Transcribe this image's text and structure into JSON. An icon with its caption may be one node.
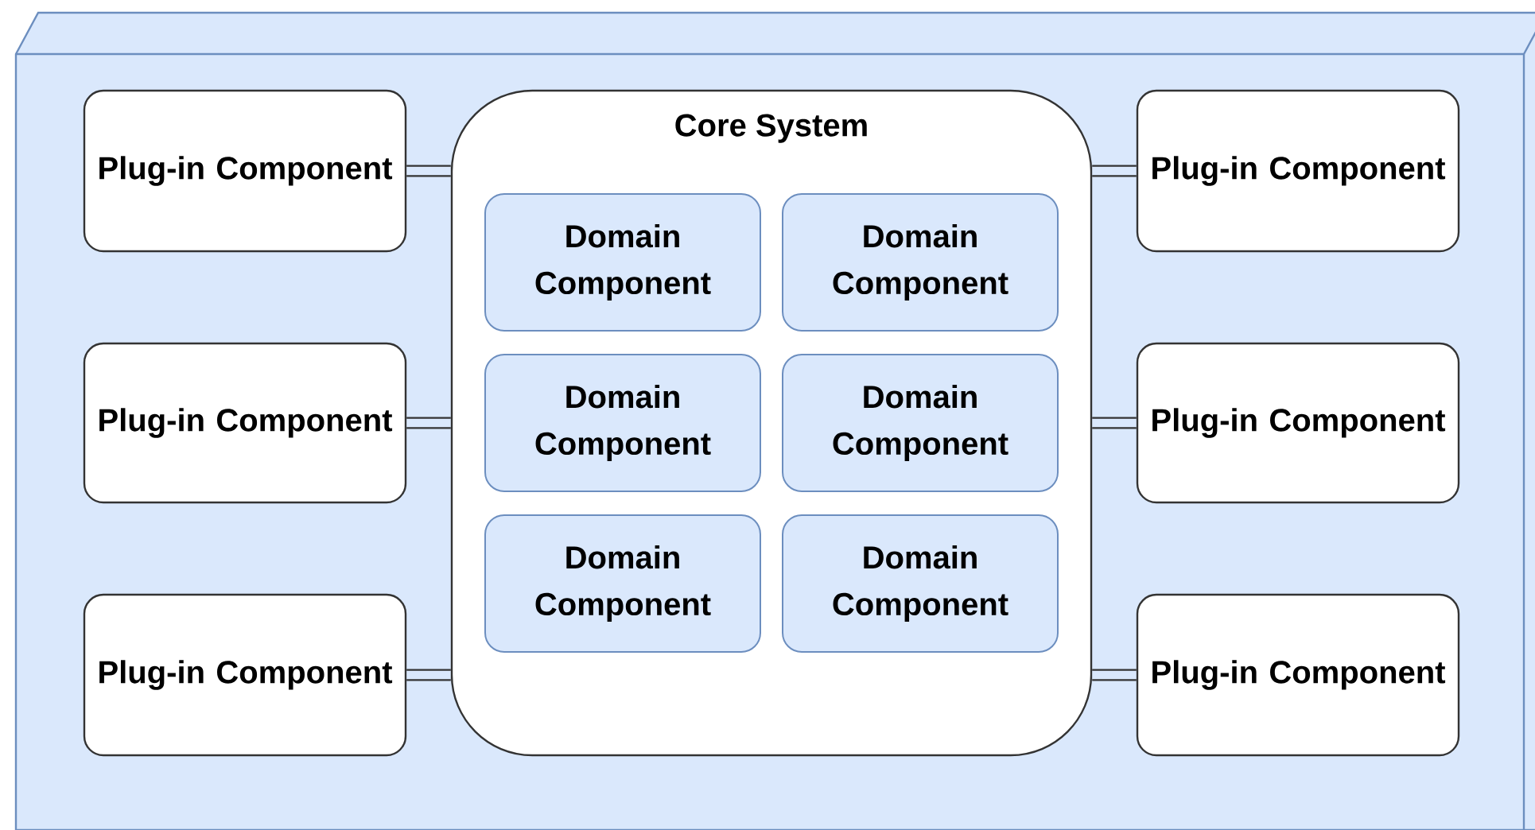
{
  "diagram": {
    "nodes": [
      {
        "text": [
          "Core System"
        ]
      },
      {
        "text": [
          "Domain Component"
        ],
        "in": 0
      },
      {
        "text": [
          "Domain Component"
        ],
        "in": 0
      },
      {
        "text": [
          "Domain Component"
        ],
        "in": 0
      },
      {
        "text": [
          "Domain Component"
        ],
        "in": 0
      },
      {
        "text": [
          "Domain Component"
        ],
        "in": 0
      },
      {
        "text": [
          "Domain Component"
        ],
        "in": 0
      },
      {
        "text": [
          "Plug-in Component"
        ]
      },
      {
        "text": [
          "Plug-in Component"
        ]
      },
      {
        "text": [
          "Plug-in Component"
        ]
      },
      {
        "text": [
          "Plug-in Component"
        ]
      },
      {
        "text": [
          "Plug-in Component"
        ]
      },
      {
        "text": [
          "Plug-in Component"
        ]
      }
    ],
    "edges": [
      {
        "from": 7,
        "to": 0,
        "arrow": "none"
      },
      {
        "from": 8,
        "to": 0,
        "arrow": "none"
      },
      {
        "from": 9,
        "to": 0,
        "arrow": "none"
      },
      {
        "from": 0,
        "to": 10,
        "arrow": "none"
      },
      {
        "from": 0,
        "to": 11,
        "arrow": "none"
      },
      {
        "from": 0,
        "to": 12,
        "arrow": "none"
      }
    ]
  }
}
